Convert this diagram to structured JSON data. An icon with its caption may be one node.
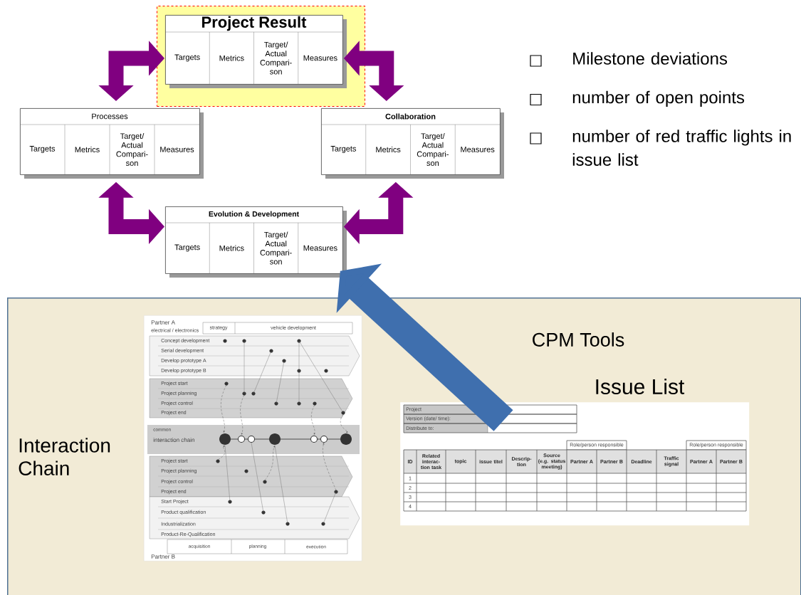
{
  "diagram": {
    "nodes": [
      {
        "text": [],
        "shape": "box"
      },
      {
        "text": [
          "Project Result",
          "Targets",
          "Metrics",
          "Target/ Actual Compari- son",
          "Measures"
        ],
        "in": 0
      },
      {
        "text": [
          "Processes",
          "Targets",
          "Metrics",
          "Target/ Actual Compari- son",
          "Measures"
        ]
      },
      {
        "text": [
          "Collaboration",
          "Targets",
          "Metrics",
          "Target/ Actual Compari- son",
          "Measures"
        ]
      },
      {
        "text": [
          "Evolution & Development",
          "Targets",
          "Metrics",
          "Target/ Actual Compari- son",
          "Measures"
        ]
      },
      {
        "text": [],
        "shape": "box"
      },
      {
        "text": [
          "Partner A",
          "electrical / electronics",
          "strategy",
          "vehicle development",
          "Concept development",
          "Serial development",
          "Develop prototype A",
          "Develop prototype B",
          "Project start",
          "Project planning",
          "Project control",
          "Project end",
          "common",
          "interaction chain",
          "Project start",
          "Project planning",
          "Project control",
          "Project end",
          "Start Project",
          "Product qualification",
          "Industrialization",
          "Product-Re-Qualification",
          "acquisition",
          "planning",
          "execution",
          "Partner B"
        ],
        "beside": [
          "Interaction Chain"
        ],
        "in": 5
      },
      {
        "text": [
          "Project",
          "Version (date/ time):",
          "Distribute to:",
          "Role/person responsible",
          "Role/person responsible",
          "ID",
          "Related interac- tion task",
          "topic",
          "issue titel",
          "Descrip- tion",
          "Source (e.g. status meeting)",
          "Partner A",
          "Partner B",
          "Deadline",
          "Traffic signal",
          "Partner A",
          "Partner B",
          "1",
          "2",
          "3",
          "4"
        ],
        "beside": [
          "Issue List"
        ],
        "in": 5
      }
    ],
    "edges": [
      {
        "from": 2,
        "to": 1,
        "arrow": "both"
      },
      {
        "from": 3,
        "to": 1,
        "arrow": "both"
      },
      {
        "from": 2,
        "to": 4,
        "arrow": "both"
      },
      {
        "from": 3,
        "to": 4,
        "arrow": "both"
      },
      {
        "from": 7,
        "to": 4,
        "arrow": "to",
        "label": "CPM Tools",
        "style": "thick",
        "color": "#3f6fae"
      }
    ],
    "labels": [
      "Milestone deviations",
      "number of open points",
      "number of red traffic lights in issue list"
    ]
  }
}
